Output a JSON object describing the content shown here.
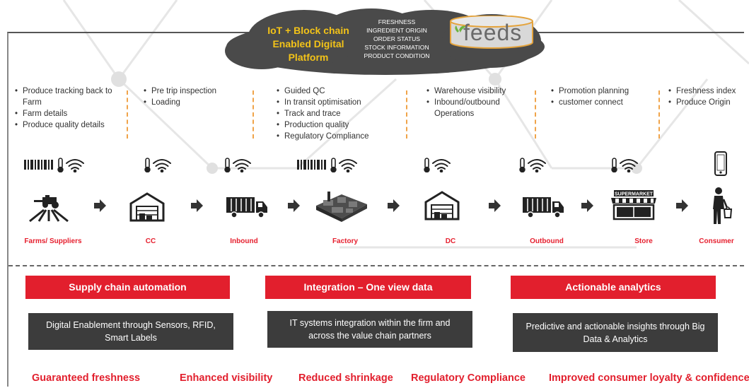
{
  "platform": {
    "title_lines": [
      "IoT + Block chain",
      "Enabled Digital",
      "Platform"
    ],
    "features": [
      "FRESHNESS",
      "INGREDIENT ORIGIN",
      "ORDER STATUS",
      "STOCK INFORMATION",
      "PRODUCT CONDITION"
    ],
    "logo_text": "feeds"
  },
  "stages": [
    {
      "items": [
        "Produce  tracking back to Farm",
        "Farm details",
        "Produce quality details"
      ]
    },
    {
      "items": [
        "Pre trip inspection",
        "Loading"
      ]
    },
    {
      "items": [
        "Guided QC",
        "In transit optimisation",
        "Track and trace",
        "Production quality",
        "Regulatory Compliance"
      ]
    },
    {
      "items": [
        "Warehouse visibility",
        "Inbound/outbound Operations"
      ]
    },
    {
      "items": [
        "Promotion planning",
        "customer connect"
      ]
    },
    {
      "items": [
        "Freshness index",
        "Produce Origin"
      ]
    }
  ],
  "nodes": [
    {
      "label": "Farms/ Suppliers",
      "icon": "farm-icon",
      "sensors": [
        "barcode-icon",
        "thermometer-icon",
        "wifi-icon"
      ]
    },
    {
      "label": "CC",
      "icon": "warehouse-icon",
      "sensors": [
        "thermometer-icon",
        "wifi-icon"
      ]
    },
    {
      "label": "Inbound",
      "icon": "truck-icon",
      "sensors": [
        "thermometer-icon",
        "wifi-icon"
      ]
    },
    {
      "label": "Factory",
      "icon": "factory-icon",
      "sensors": [
        "barcode-icon",
        "thermometer-icon",
        "wifi-icon"
      ]
    },
    {
      "label": "DC",
      "icon": "warehouse-icon",
      "sensors": [
        "thermometer-icon",
        "wifi-icon"
      ]
    },
    {
      "label": "Outbound",
      "icon": "truck-icon",
      "sensors": [
        "thermometer-icon",
        "wifi-icon"
      ]
    },
    {
      "label": "Store",
      "icon": "supermarket-icon",
      "sensors": [
        "thermometer-icon",
        "wifi-icon"
      ],
      "sign_text": "SUPERMARKET"
    },
    {
      "label": "Consumer",
      "icon": "shopper-icon",
      "sensors": [
        "smartphone-icon"
      ]
    }
  ],
  "pillars": [
    {
      "title": "Supply chain automation",
      "description": "Digital Enablement through Sensors, RFID, Smart Labels"
    },
    {
      "title": "Integration – One view data",
      "description": "IT systems integration within the firm and across the value chain partners"
    },
    {
      "title": "Actionable analytics",
      "description": "Predictive and actionable insights through Big Data & Analytics"
    }
  ],
  "benefits": [
    "Guaranteed  freshness",
    "Enhanced visibility",
    "Reduced shrinkage",
    "Regulatory Compliance",
    "Improved consumer loyalty & confidence"
  ],
  "colors": {
    "accent_red": "#e21f2d",
    "dark_box": "#3c3c3c",
    "cloud": "#4a4a4a",
    "title_yellow": "#f3c318",
    "separator_orange": "#f0a44a"
  }
}
